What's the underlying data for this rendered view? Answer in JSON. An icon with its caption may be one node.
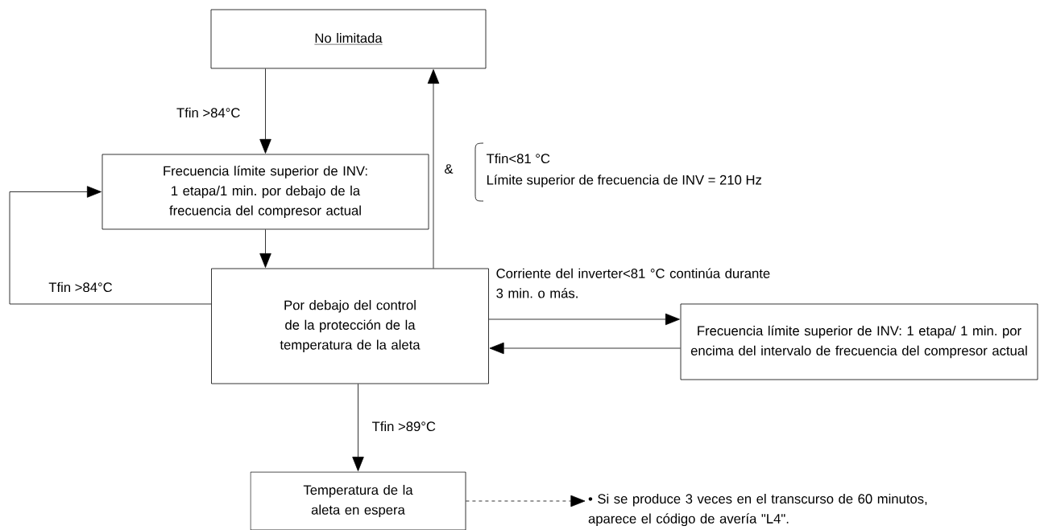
{
  "diagram": {
    "nodes": [
      {
        "text": [
          "No limitada"
        ]
      },
      {
        "text": [
          "Frecuencia límite superior de INV: 1 etapa/1 min. por debajo de la frecuencia del compresor actual"
        ]
      },
      {
        "text": [
          "Por debajo del control de la protección de la temperatura de la aleta"
        ]
      },
      {
        "text": [
          "Frecuencia límite superior de INV: 1 etapa/ 1 min. por encima del intervalo de frecuencia del compresor actual"
        ]
      },
      {
        "text": [
          "Temperatura de la aleta en espera"
        ]
      },
      {
        "text": [
          "• Si se produce 3 veces en el transcurso de 60 minutos, aparece el código de avería \"L4\"."
        ]
      }
    ],
    "edges": [
      {
        "from": 0,
        "to": 1,
        "arrow": "to",
        "label": "Tfin >84°C"
      },
      {
        "from": 1,
        "to": 2,
        "arrow": "to"
      },
      {
        "from": 2,
        "to": 1,
        "arrow": "to",
        "label": "Tfin >84°C"
      },
      {
        "from": 2,
        "to": 0,
        "arrow": "to"
      },
      {
        "from": 2,
        "to": 3,
        "arrow": "to",
        "label": "Corriente del inverter<81 °C continúa durante 3 min. o más."
      },
      {
        "from": 3,
        "to": 2,
        "arrow": "to"
      },
      {
        "from": 2,
        "to": 4,
        "arrow": "to",
        "label": "Tfin >89°C"
      },
      {
        "from": 4,
        "to": 5,
        "arrow": "to",
        "style": "dashed"
      }
    ],
    "labels": [
      "&",
      "Tfin<81 °C",
      "Límite superior de frecuencia de INV = 210 Hz"
    ]
  }
}
